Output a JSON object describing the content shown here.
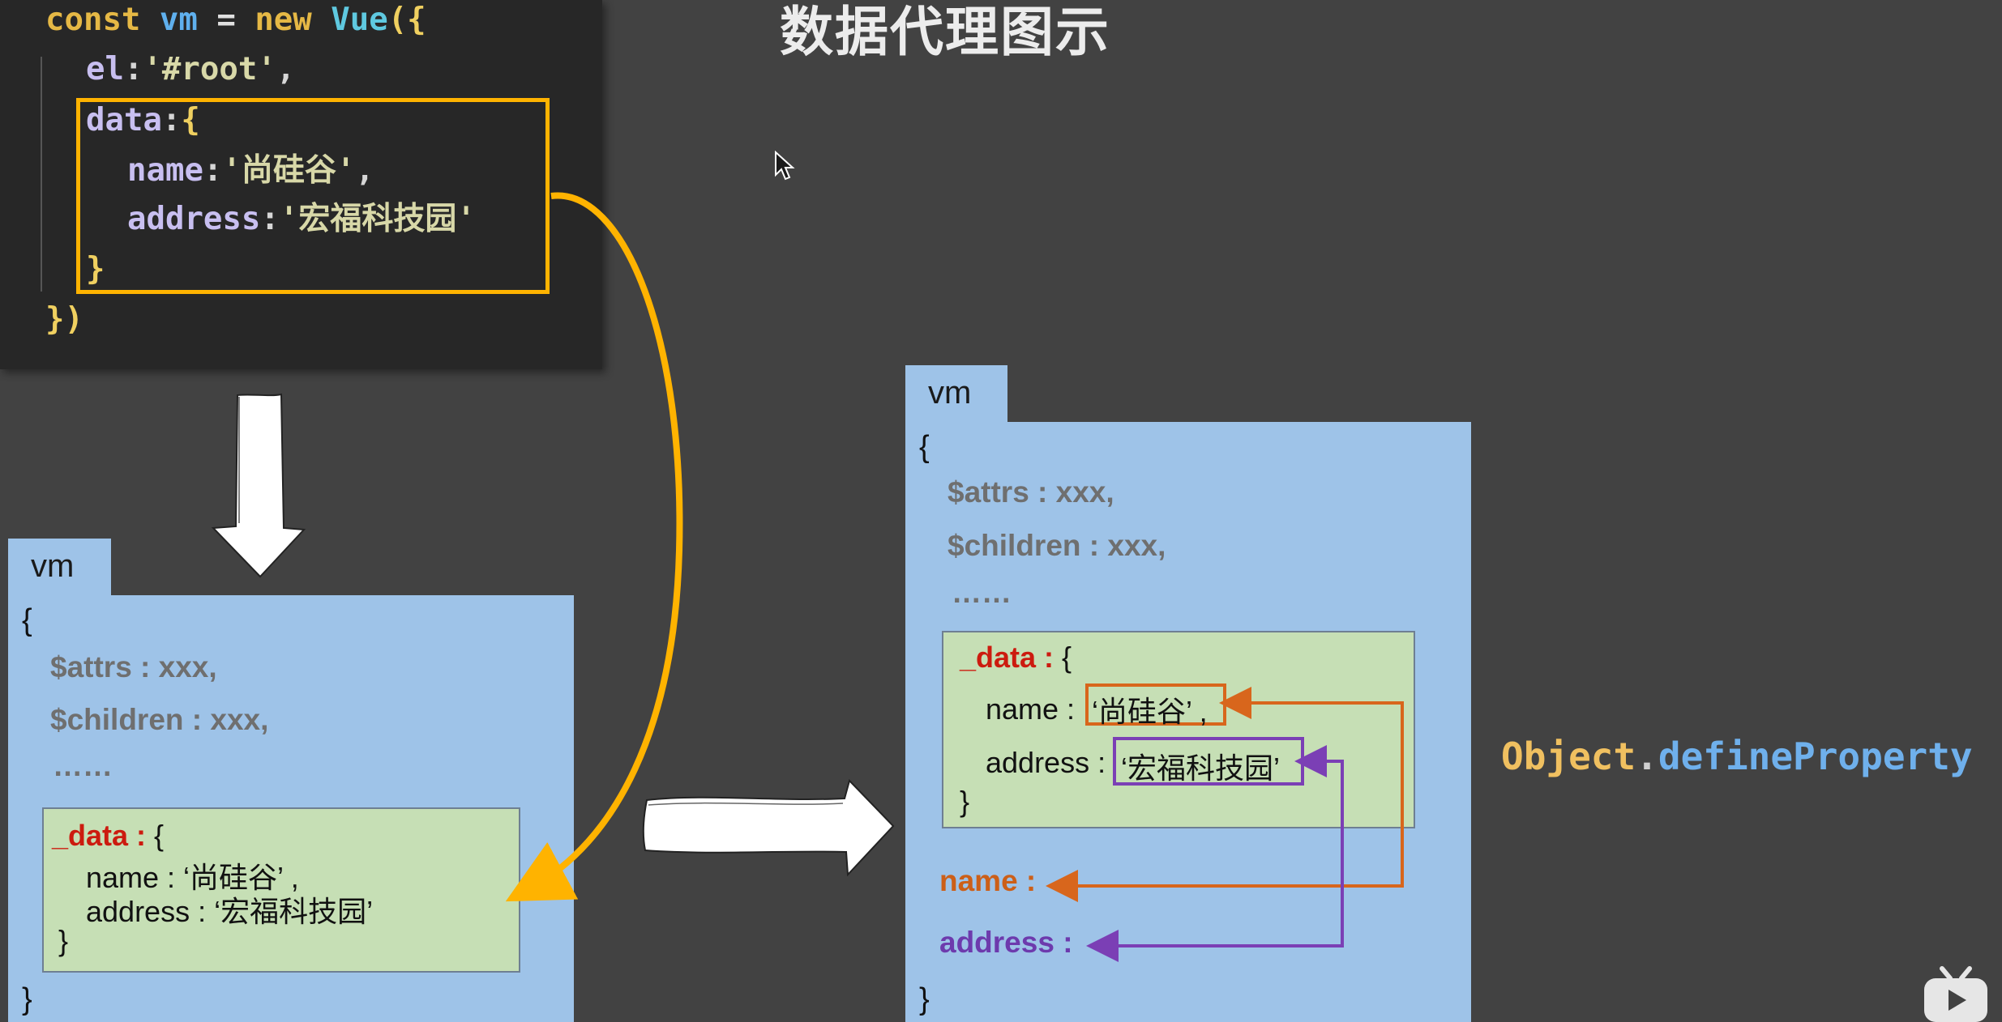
{
  "title": "数据代理图示",
  "code": {
    "line1": {
      "kw": "const",
      "var": "vm",
      "eq": " = ",
      "new_kw": "new",
      "cls": "Vue",
      "open": "({"
    },
    "line2": {
      "prop": "el",
      "sep": ":",
      "value": "'#root'",
      "end": ","
    },
    "line3": {
      "prop": "data",
      "sep": ":",
      "open": "{"
    },
    "line4": {
      "prop": "name",
      "sep": ":",
      "value": "'尚硅谷'",
      "end": ","
    },
    "line5": {
      "prop": "address",
      "sep": ":",
      "value": "'宏福科技园'"
    },
    "line6": {
      "close": "}"
    },
    "line7": {
      "close": "})"
    }
  },
  "vm_left": {
    "tab": "vm",
    "open_brace": "{",
    "attrs": "$attrs : xxx,",
    "children": "$children : xxx,",
    "ellipsis": "……",
    "data_key": "_data :",
    "data_open": " {",
    "name_line": "name : ‘尚硅谷’ ,",
    "address_line": "address : ‘宏福科技园’",
    "data_close": "}",
    "close_brace": "}"
  },
  "vm_right": {
    "tab": "vm",
    "open_brace": "{",
    "attrs": "$attrs : xxx,",
    "children": "$children : xxx,",
    "ellipsis": "……",
    "data_key": "_data :",
    "data_open": " {",
    "name_key": "name :",
    "name_value": "‘尚硅谷’ ,",
    "address_key": "address :",
    "address_value": "‘宏福科技园’",
    "data_close": "}",
    "proxy_name": "name :",
    "proxy_address": "address :",
    "close_brace": "}"
  },
  "define_property": {
    "object": "Object",
    "dot": ".",
    "method": "defineProperty"
  },
  "colors": {
    "background": "#424242",
    "code_bg": "#272727",
    "highlight_yellow": "#ffb300",
    "vm_blue": "#9ec3e8",
    "data_green": "#c6dfb5",
    "name_orange": "#d8661c",
    "address_purple": "#7b3fb5",
    "data_key_red": "#cc1b0f"
  },
  "icons": {
    "cursor": "mouse-pointer-icon",
    "down_arrow": "hand-drawn-down-arrow-icon",
    "right_arrow": "hand-drawn-right-arrow-icon",
    "player_logo": "tv-logo-icon"
  }
}
